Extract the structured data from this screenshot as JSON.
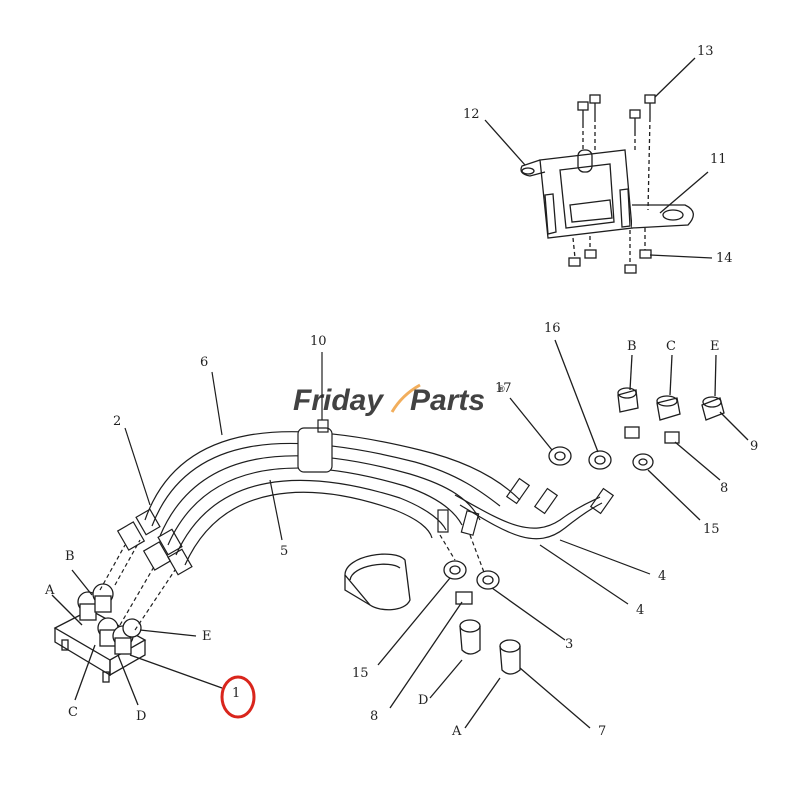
{
  "watermark": {
    "part1": "Friday",
    "part2": "Parts",
    "mark": "®"
  },
  "colors": {
    "line": "#1e1e1e",
    "watermark_blue": "#8fb0e0",
    "watermark_orange": "#f0a040",
    "highlight": "#d9251c"
  },
  "callouts": {
    "n1": "1",
    "n2": "2",
    "n3": "3",
    "n4a": "4",
    "n4b": "4",
    "n5": "5",
    "n6": "6",
    "n7": "7",
    "n8a": "8",
    "n8b": "8",
    "n9": "9",
    "n10": "10",
    "n11": "11",
    "n12": "12",
    "n13": "13",
    "n14": "14",
    "n15a": "15",
    "n15b": "15",
    "n16": "16",
    "n17": "17"
  },
  "ports": {
    "valve_a": "A",
    "valve_b": "B",
    "valve_c": "C",
    "valve_d": "D",
    "valve_e": "E",
    "top_b": "B",
    "top_c": "C",
    "top_e": "E",
    "low_d": "D",
    "low_a": "A"
  },
  "highlighted_callout": "1"
}
